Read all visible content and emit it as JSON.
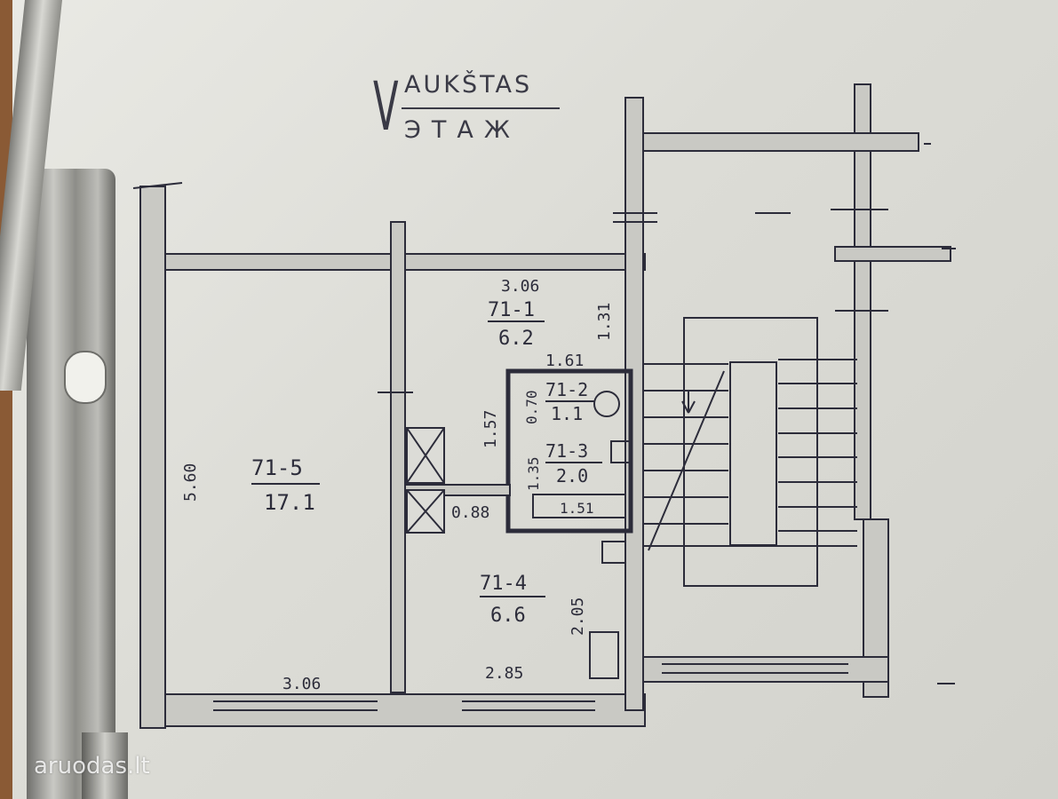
{
  "stamp": {
    "line1": "AUKŠTAS",
    "line2": "ЭТАЖ",
    "floor_mark": "V"
  },
  "rooms": {
    "r1": {
      "id": "71-1",
      "area": "6.2"
    },
    "r2": {
      "id": "71-2",
      "area": "1.1"
    },
    "r3": {
      "id": "71-3",
      "area": "2.0"
    },
    "r4": {
      "id": "71-4",
      "area": "6.6"
    },
    "r5": {
      "id": "71-5",
      "area": "17.1"
    }
  },
  "dimensions": {
    "d_306_top": "3.06",
    "d_131": "1.31",
    "d_161": "1.61",
    "d_157": "1.57",
    "d_070": "0.70",
    "d_135": "1.35",
    "d_088": "0.88",
    "d_151": "1.51",
    "d_560": "5.60",
    "d_306_bottom": "3.06",
    "d_285": "2.85",
    "d_205": "2.05"
  },
  "watermark": "aruodas.lt"
}
